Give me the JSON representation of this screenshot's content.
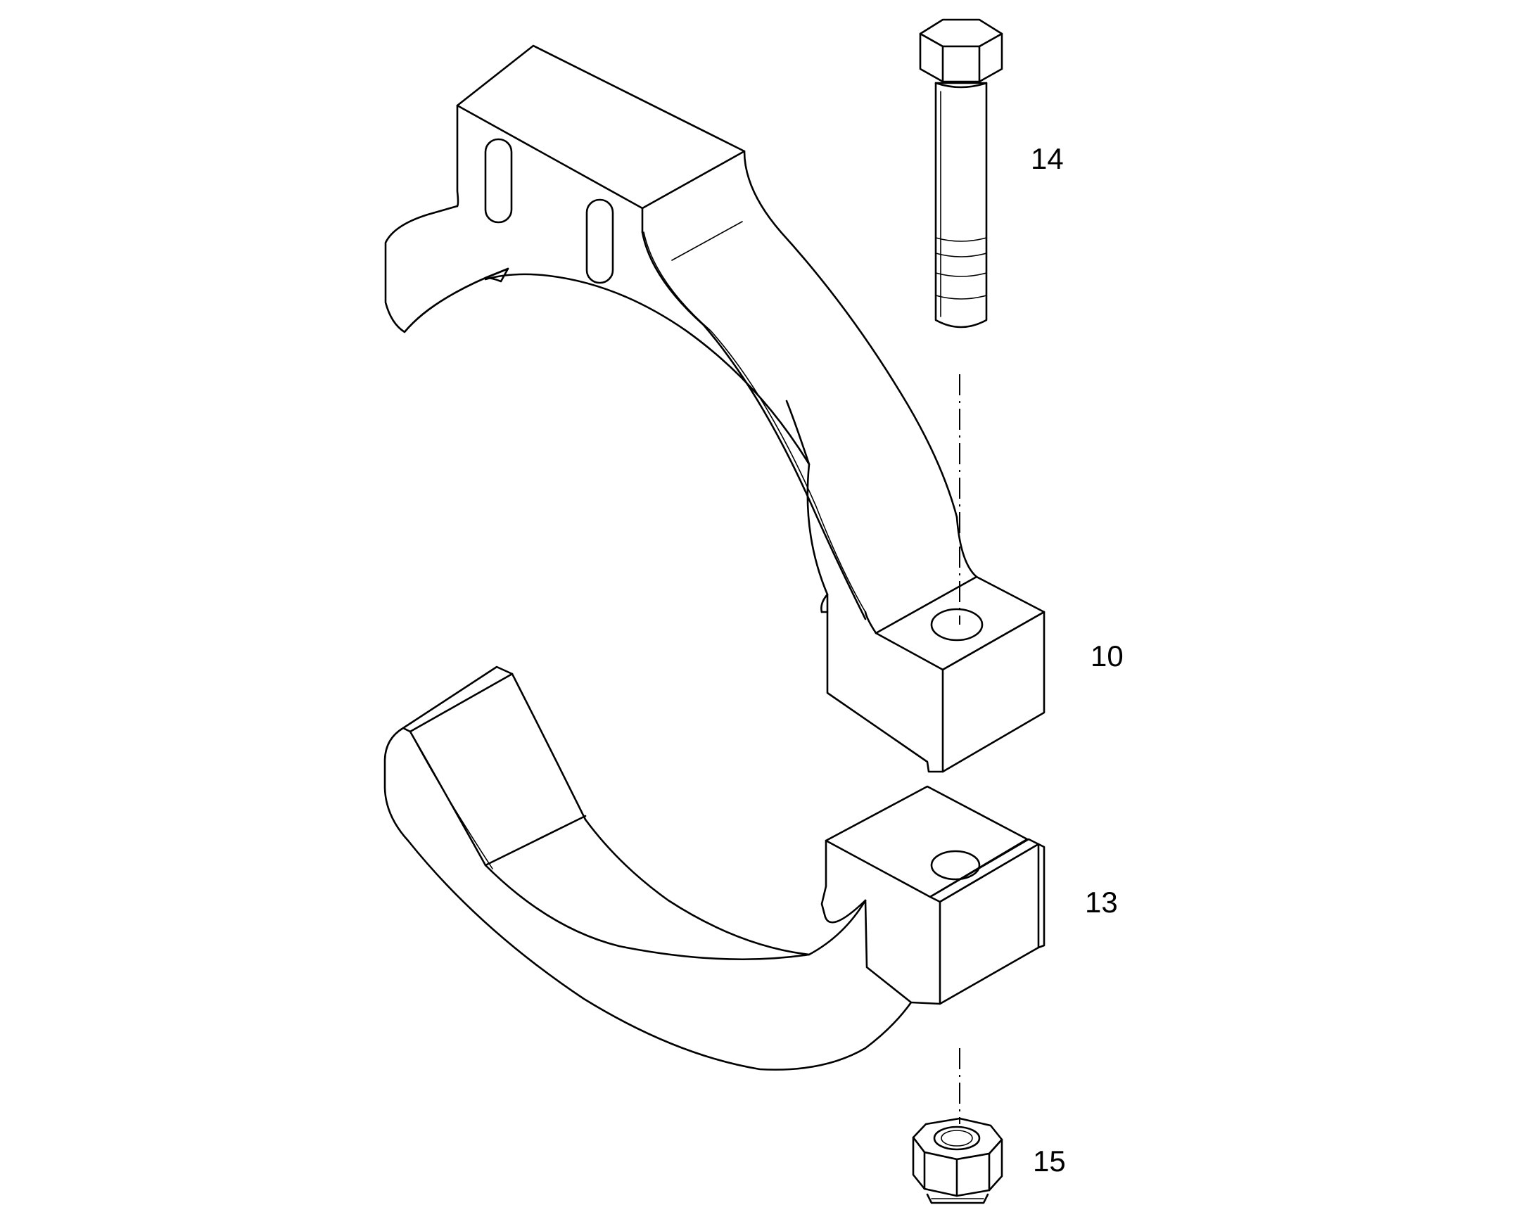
{
  "callouts": {
    "bolt": "14",
    "upper_clamp": "10",
    "lower_clamp": "13",
    "nut": "15"
  },
  "colors": {
    "line": "#000000",
    "background": "#ffffff"
  }
}
